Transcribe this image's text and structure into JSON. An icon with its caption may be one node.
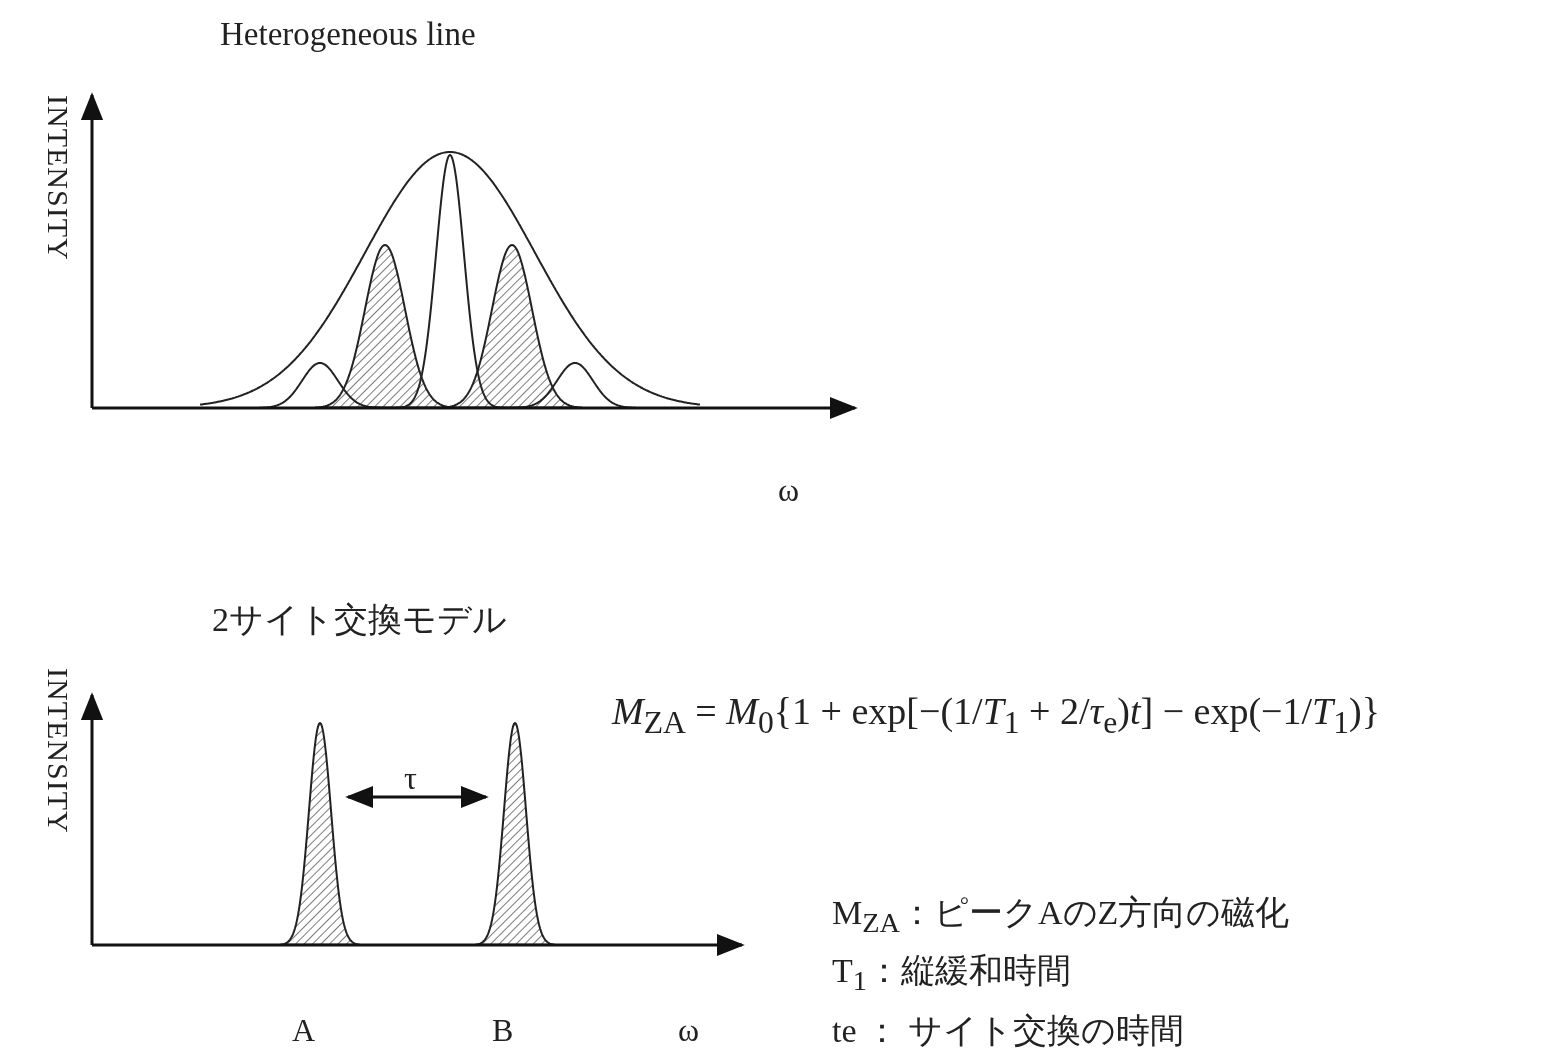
{
  "diagram": {
    "labels": [
      "Heterogeneous line",
      "INTENSITY",
      "ω",
      "2サイト交換モデル",
      "INTENSITY",
      "τ",
      "A",
      "B",
      "ω",
      "*M*$_{ZA}$ = *M*$_{0}${1 + exp[−(1/*T*$_{1}$ + 2/*τ*$_{e}$)*t*] − exp(−1/*T*$_{1}$)}",
      "M$_{ZA}$：ピークAのZ方向の磁化",
      "T$_{1}$：縦緩和時間",
      "te ： サイト交換の時間"
    ]
  }
}
